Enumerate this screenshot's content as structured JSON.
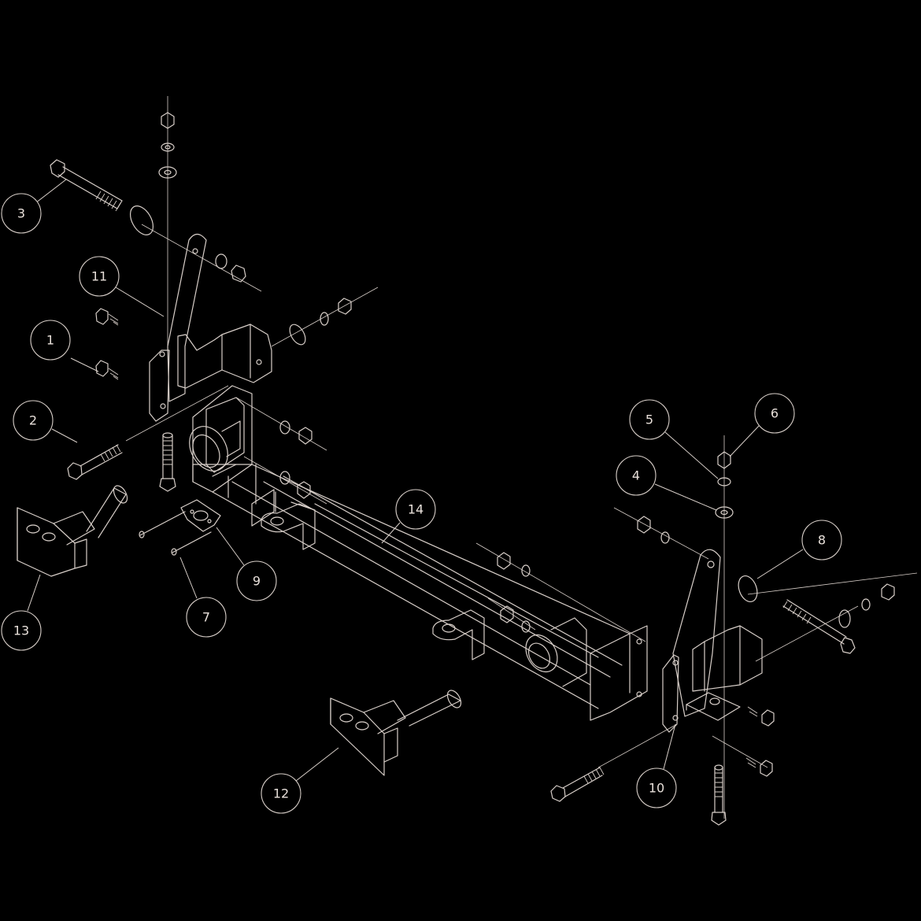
{
  "diagram": {
    "colors": {
      "background": "#000000",
      "line": "#d8cfc9",
      "text": "#e8e0da"
    },
    "callouts": [
      {
        "id": "c1",
        "label": "1"
      },
      {
        "id": "c2",
        "label": "2"
      },
      {
        "id": "c3",
        "label": "3"
      },
      {
        "id": "c4",
        "label": "4"
      },
      {
        "id": "c5",
        "label": "5"
      },
      {
        "id": "c6",
        "label": "6"
      },
      {
        "id": "c7",
        "label": "7"
      },
      {
        "id": "c8",
        "label": "8"
      },
      {
        "id": "c9",
        "label": "9"
      },
      {
        "id": "c10",
        "label": "10"
      },
      {
        "id": "c11",
        "label": "11"
      },
      {
        "id": "c12",
        "label": "12"
      },
      {
        "id": "c13",
        "label": "13"
      },
      {
        "id": "c14",
        "label": "14"
      }
    ]
  }
}
